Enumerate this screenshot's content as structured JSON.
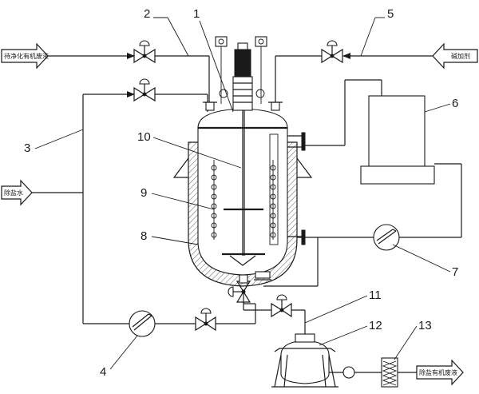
{
  "labels": {
    "input_left": "待净化有机废液",
    "input_right": "碱加剂",
    "input_side": "除盐水",
    "output": "除盐有机废液"
  },
  "callouts": [
    "1",
    "2",
    "3",
    "4",
    "5",
    "6",
    "7",
    "8",
    "9",
    "10",
    "11",
    "12",
    "13"
  ]
}
